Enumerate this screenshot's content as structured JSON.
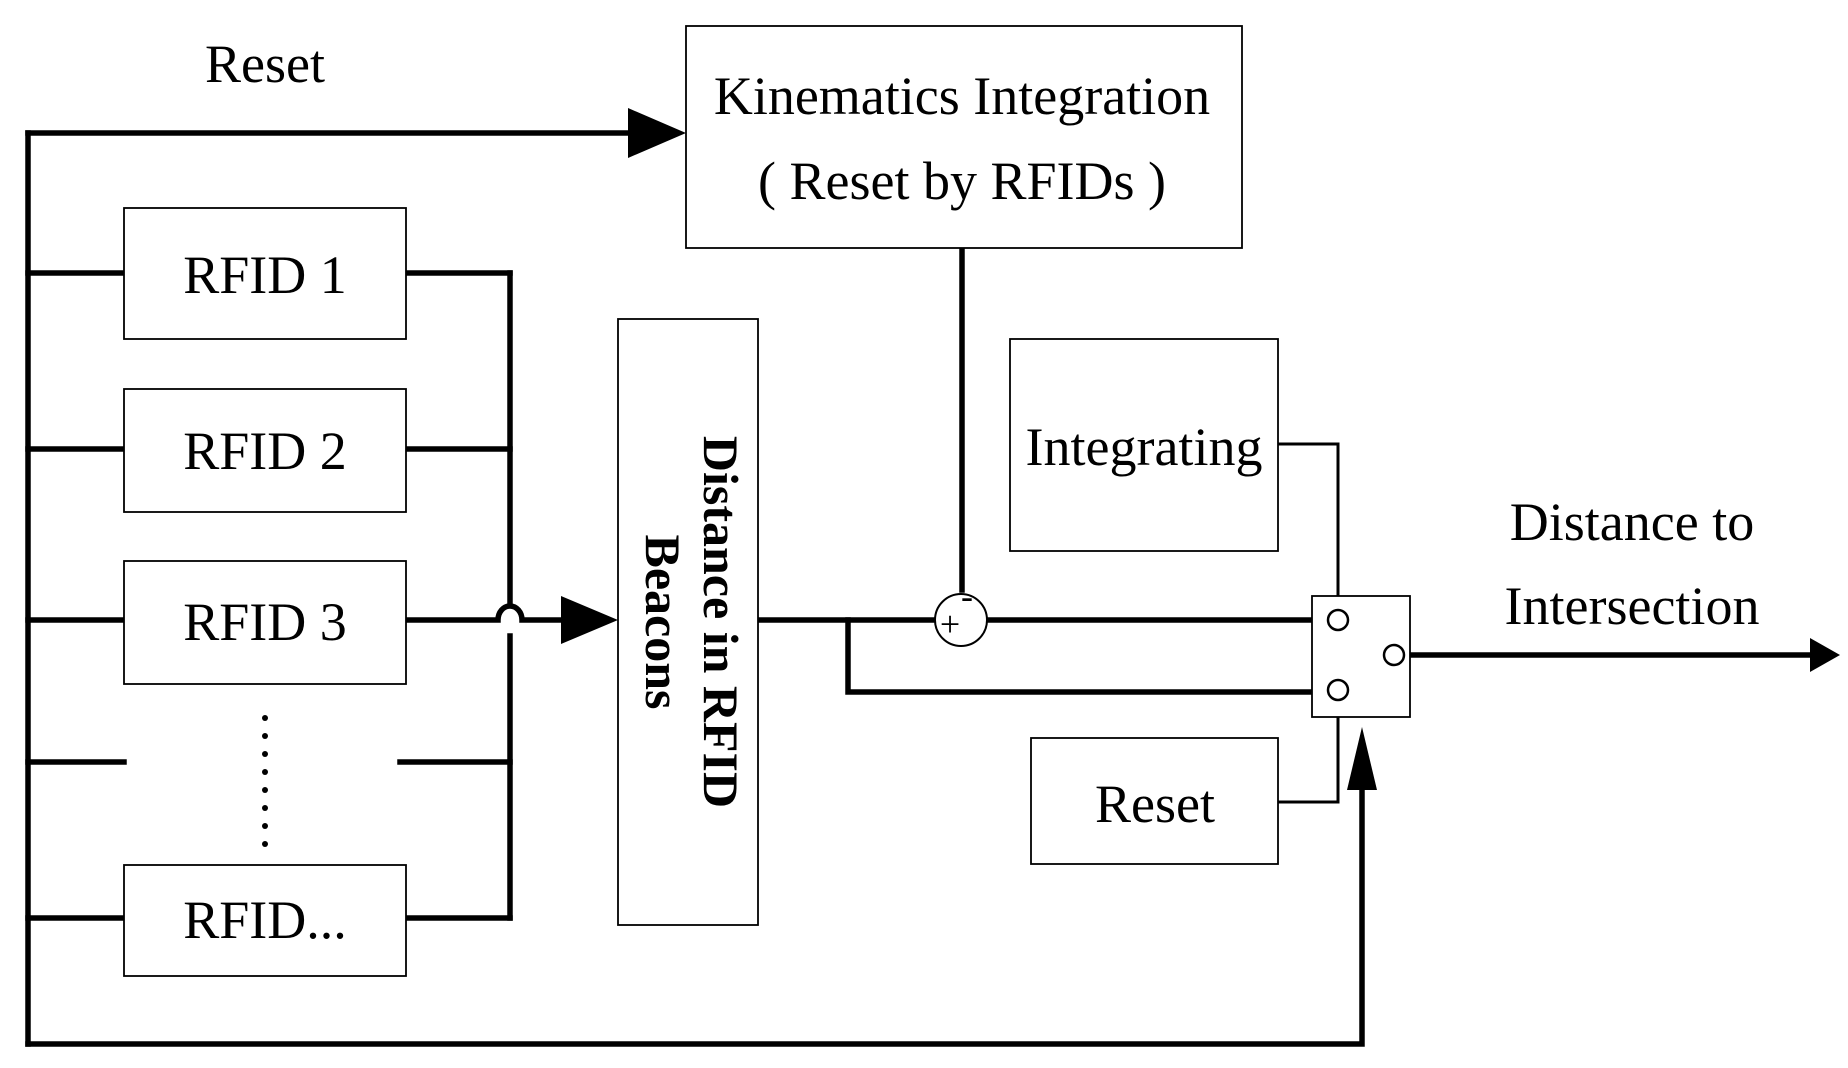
{
  "diagram": {
    "reset_top_label": "Reset",
    "kinematics": {
      "line1": "Kinematics Integration",
      "line2": "( Reset by RFIDs )"
    },
    "rfids": [
      "RFID 1",
      "RFID 2",
      "RFID 3",
      "RFID..."
    ],
    "beacons": {
      "line1": "Distance in RFID",
      "line2": "Beacons"
    },
    "summing": {
      "plus": "+",
      "minus": "-"
    },
    "integrating_label": "Integrating",
    "reset_box_label": "Reset",
    "output": {
      "line1": "Distance to",
      "line2": "Intersection"
    }
  }
}
